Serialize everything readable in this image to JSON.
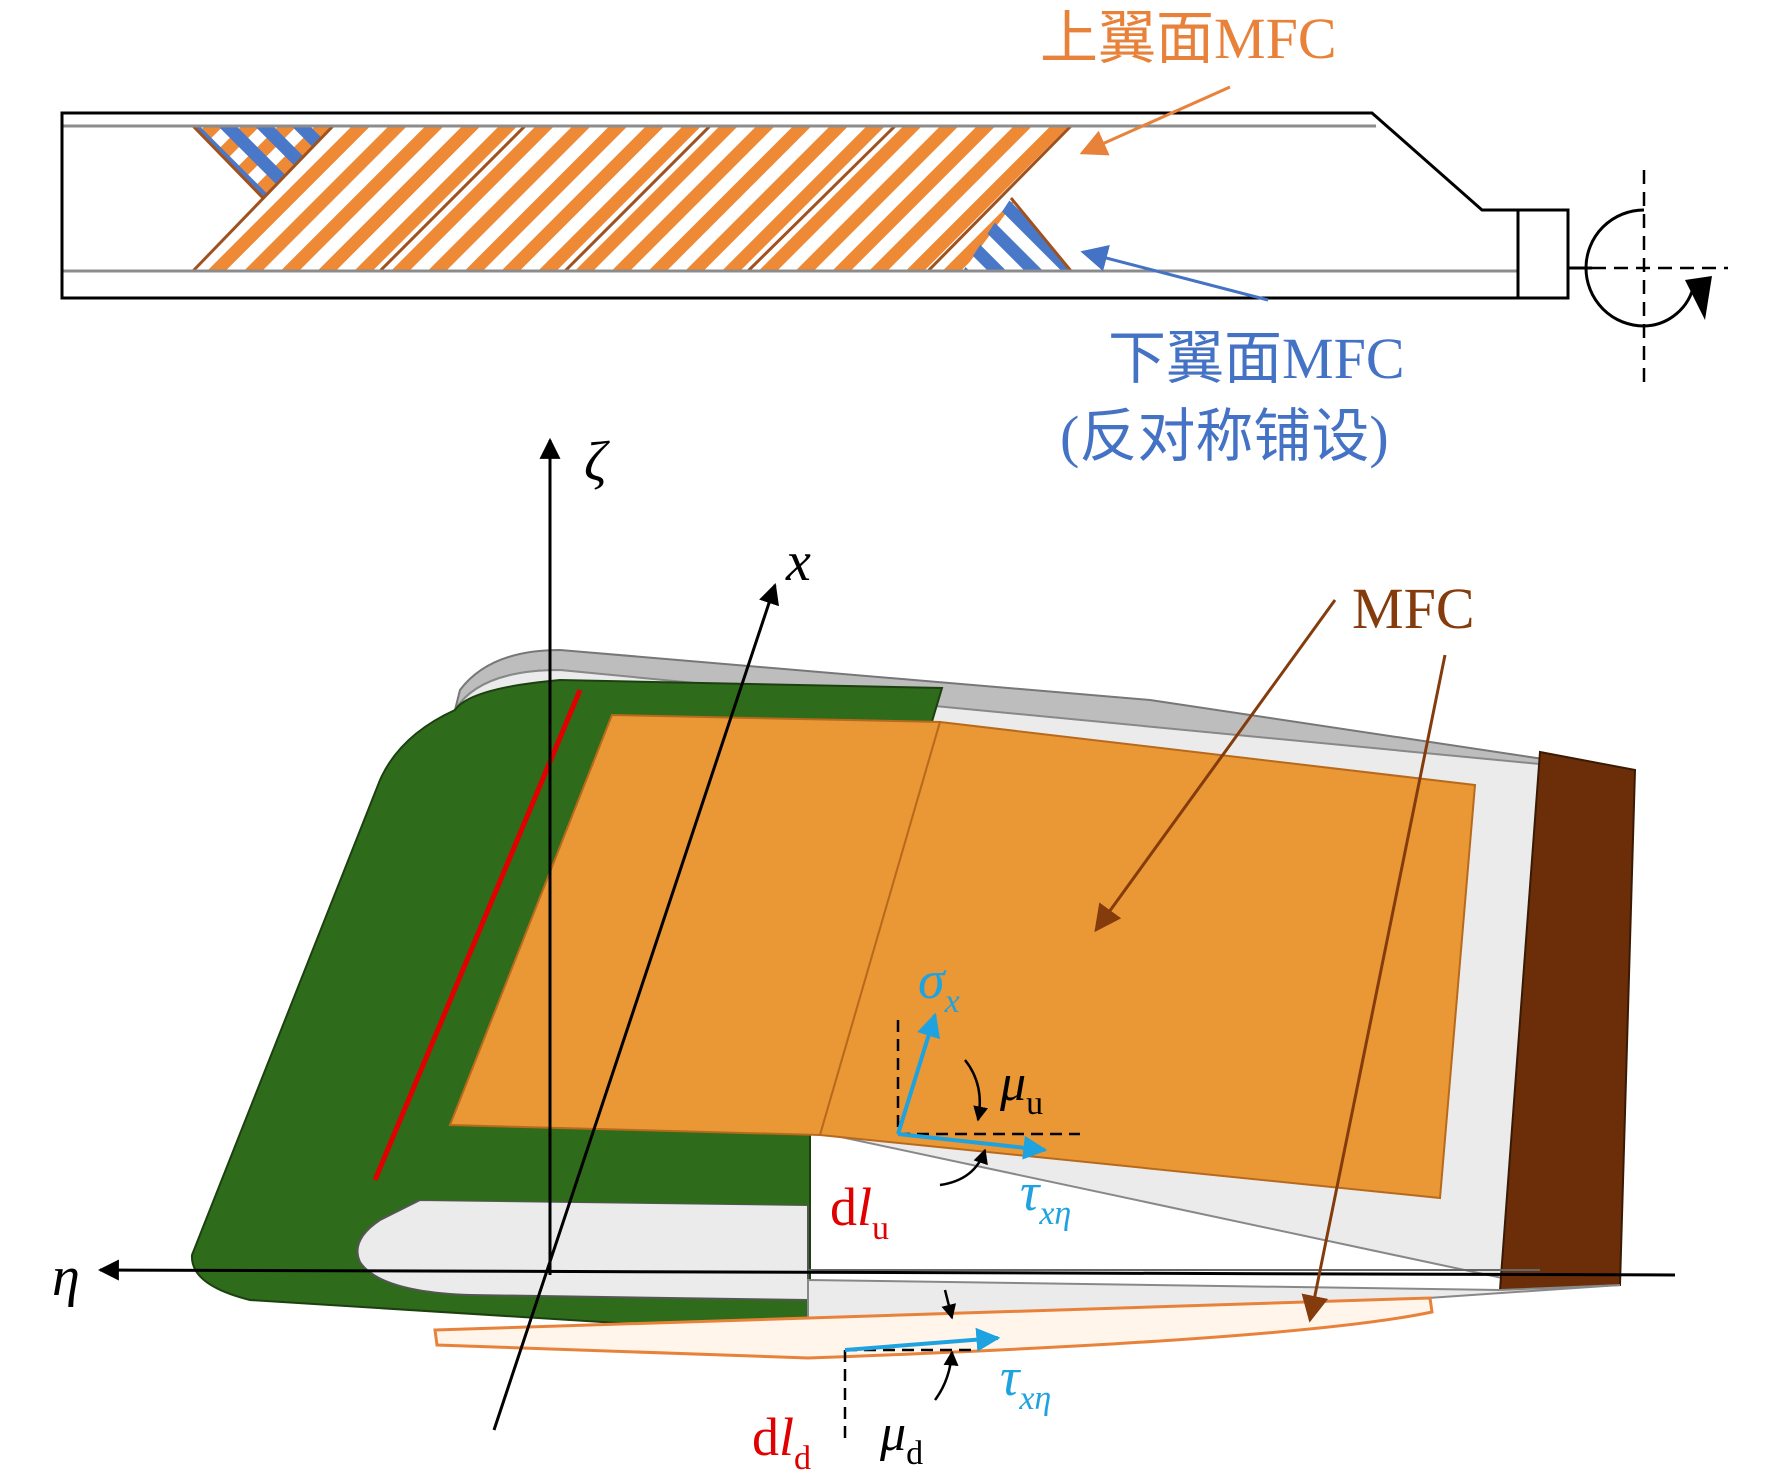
{
  "labels": {
    "upper_mfc": "上翼面MFC",
    "lower_mfc": "下翼面MFC",
    "lower_mfc_note": "(反对称铺设)",
    "mfc": "MFC",
    "axis_zeta": "ζ",
    "axis_x": "x",
    "axis_eta": "η",
    "sigma": "σ",
    "sigma_sub": "x",
    "mu": "μ",
    "mu_u_sub": "u",
    "mu_d_sub": "d",
    "tau": "τ",
    "tau_sub": "xη",
    "dl": "d",
    "dl_l": "l",
    "dl_u_sub": "u",
    "dl_d_sub": "d"
  },
  "colors": {
    "orange_label": "#E8823A",
    "blue_label": "#4472C4",
    "brown_label": "#843C0C",
    "mfc_fill": "#EA9736",
    "green_spar": "#2E6B1A",
    "skin_gray": "#EBEBEB",
    "te_brown": "#6B2E08",
    "red_line": "#E00000",
    "blue_vec": "#1FA2E0",
    "hatch_orange": "#EE8A36",
    "hatch_blue": "#4A78C8"
  }
}
